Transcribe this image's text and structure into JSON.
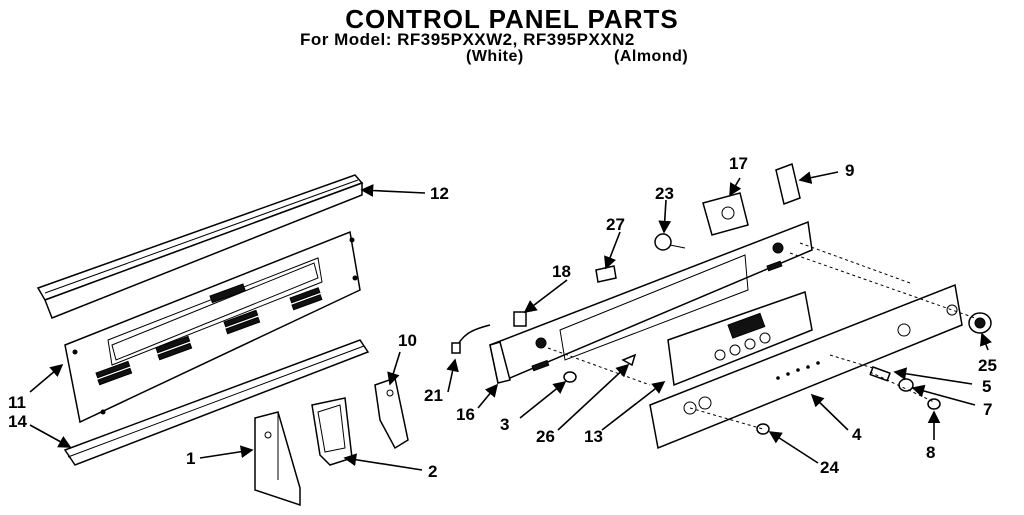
{
  "header": {
    "title": "CONTROL PANEL PARTS",
    "subtitle": "For Model: RF395PXXW2, RF395PXXN2",
    "variant_white": "(White)",
    "variant_almond": "(Almond)"
  },
  "callouts": {
    "c1": "1",
    "c2": "2",
    "c3": "3",
    "c4": "4",
    "c5": "5",
    "c7": "7",
    "c8": "8",
    "c9": "9",
    "c10": "10",
    "c11": "11",
    "c12": "12",
    "c13": "13",
    "c14": "14",
    "c16": "16",
    "c17": "17",
    "c18": "18",
    "c21": "21",
    "c23": "23",
    "c24": "24",
    "c25": "25",
    "c26": "26",
    "c27": "27"
  }
}
